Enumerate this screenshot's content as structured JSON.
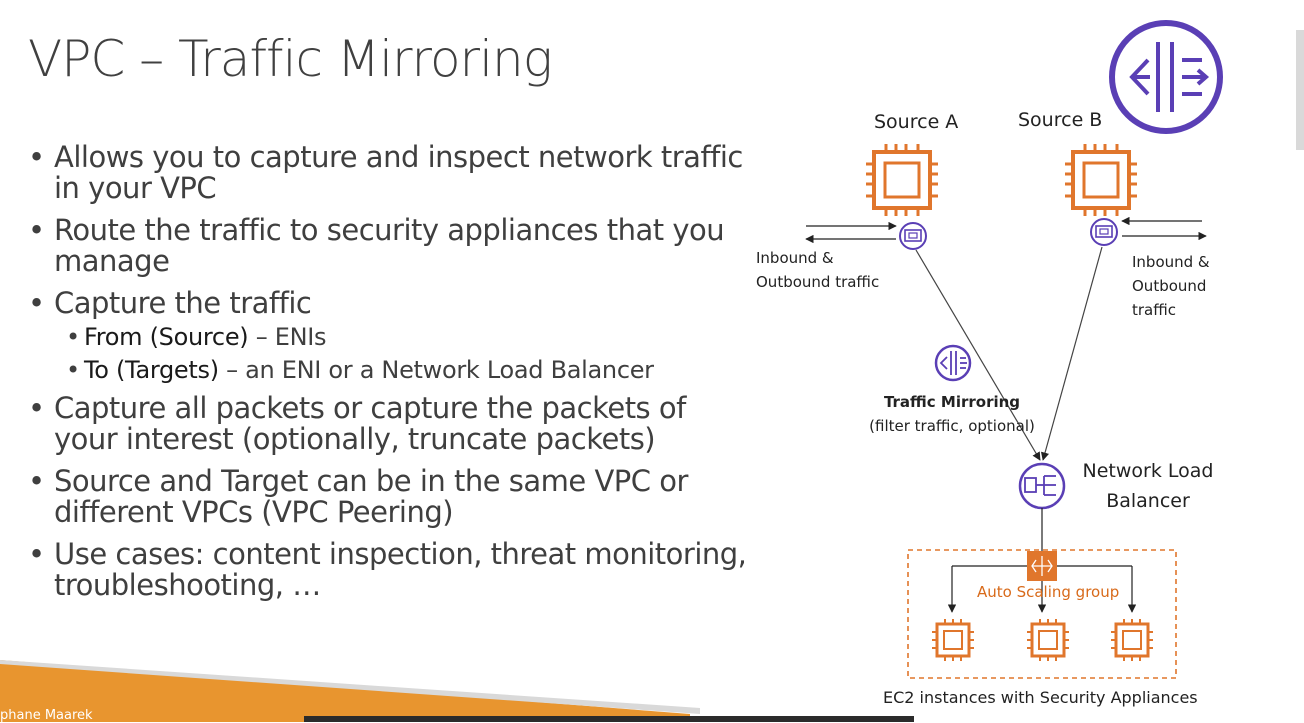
{
  "slide": {
    "title": "VPC – Traffic Mirroring",
    "bullets": [
      "Allows you to capture and inspect network traffic in your VPC",
      "Route the traffic to security appliances that you manage",
      "Capture the traffic",
      "Capture all packets or capture the packets of your interest (optionally, truncate packets)",
      "Source and Target can be in the same VPC or different VPCs (VPC Peering)",
      "Use cases: content inspection, threat monitoring, troubleshooting, …"
    ],
    "sub_bullets": [
      {
        "term": "From (Source)",
        "desc": " – ENIs"
      },
      {
        "term": "To (Targets)",
        "desc": " – an ENI or a Network Load Balancer"
      }
    ],
    "author": "phane Maarek"
  },
  "diagram": {
    "source_a": "Source A",
    "source_b": "Source B",
    "inbound_a": [
      "Inbound &",
      "Outbound traffic"
    ],
    "inbound_b": [
      "Inbound &",
      "Outbound",
      "traffic"
    ],
    "mirroring_title": "Traffic Mirroring",
    "mirroring_sub": "(filter traffic, optional)",
    "nlb": [
      "Network Load",
      "Balancer"
    ],
    "asg_label": "Auto Scaling group",
    "ec2_label": "EC2 instances with Security Appliances"
  },
  "colors": {
    "ec2_orange": "#e0762c",
    "purple": "#5a3fb5",
    "footer_orange": "#e8952f",
    "asg_text": "#d86a1a"
  },
  "icons": {
    "service": "vpc-traffic-mirroring-icon",
    "eni": "network-interface-icon",
    "ec2": "ec2-instance-icon",
    "nlb": "network-load-balancer-icon",
    "asg": "auto-scaling-icon"
  }
}
